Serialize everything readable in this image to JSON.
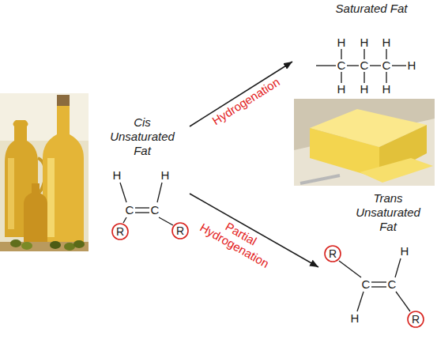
{
  "diagram": {
    "nodes": [
      {
        "text": [
          "Cis Unsaturated Fat"
        ]
      },
      {
        "text": [
          "R"
        ],
        "in": 0
      },
      {
        "text": [
          "R"
        ],
        "in": 0
      },
      {
        "text": [
          "Saturated Fat"
        ]
      },
      {
        "text": [
          "Trans Unsaturated Fat"
        ]
      },
      {
        "text": [
          "R"
        ],
        "in": 4
      },
      {
        "text": [
          "R"
        ],
        "in": 4
      }
    ],
    "edges": [
      {
        "from": 0,
        "to": 3,
        "arrow": "to",
        "label": "Hydrogenation"
      },
      {
        "from": 0,
        "to": 4,
        "arrow": "to",
        "label": "Partial Hydrogenation"
      }
    ],
    "labels": [
      "H",
      "H",
      "C",
      "C",
      "H",
      "H",
      "H",
      "C",
      "C",
      "C",
      "H",
      "H",
      "H",
      "H",
      "H",
      "C",
      "C",
      "H"
    ]
  }
}
